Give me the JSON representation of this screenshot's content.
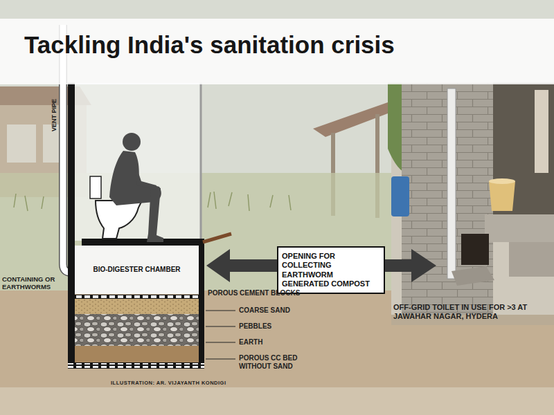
{
  "diagram": {
    "title": "Tackling India's sanitation crisis",
    "nodes": [
      {
        "text": [
          "BIO-DIGESTER CHAMBER"
        ]
      },
      {
        "text": [
          "OPENING FOR COLLECTING EARTHWORM GENERATED COMPOST"
        ]
      }
    ],
    "labels": [
      "VENT PIPE",
      "CONTAINING OR EARTHWORMS",
      "POROUS CEMENT BLOCKS",
      "COARSE SAND",
      "PEBBLES",
      "EARTH",
      "POROUS CC BED WITHOUT SAND",
      "ILLUSTRATION: AR. VIJAYANTH KONDIGI",
      "OFF-GRID TOILET IN USE FOR >3 AT JAWAHAR NAGAR, HYDERA"
    ]
  }
}
